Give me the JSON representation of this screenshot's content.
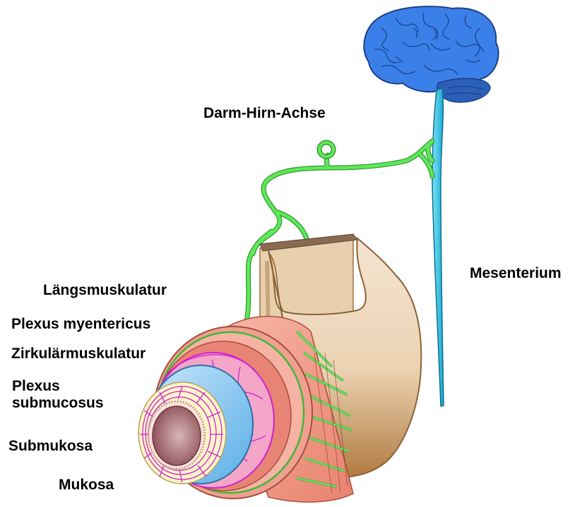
{
  "diagram": {
    "title": "Darm-Hirn-Achse",
    "labels": {
      "mesenterium": "Mesenterium",
      "laengsmuskulatur": "Längsmuskulatur",
      "plexus_myentericus": "Plexus myentericus",
      "zirkulaermuskulatur": "Zirkulärmuskulatur",
      "plexus_submucosus_line1": "Plexus",
      "plexus_submucosus_line2": "submucosus",
      "submukosa": "Submukosa",
      "mukosa": "Mukosa"
    },
    "colors": {
      "brain": "#3a7fe6",
      "brain_stroke": "#1b3f8a",
      "spinal_cord": "#2ec8e6",
      "nerve": "#44dd44",
      "mesentery_tan": "#f1dcc3",
      "mesentery_dark": "#b8844a",
      "muscle_pink": "#f2a08e",
      "submucosa_blue": "#8ec8f0",
      "plexus_magenta": "#e020e0",
      "mucosa_yellow": "#fff7c8",
      "lumen": "#b06a70"
    }
  }
}
